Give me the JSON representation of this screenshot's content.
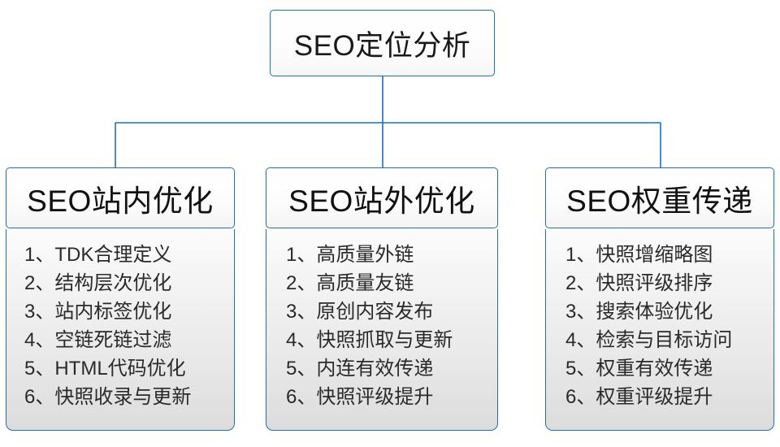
{
  "diagram": {
    "root": {
      "label": "SEO定位分析"
    },
    "accent_color": "#1f6fb5",
    "columns": [
      {
        "header": "SEO站内优化",
        "items": [
          "1、TDK合理定义",
          "2、结构层次优化",
          "3、站内标签优化",
          "4、空链死链过滤",
          "5、HTML代码优化",
          "6、快照收录与更新"
        ]
      },
      {
        "header": "SEO站外优化",
        "items": [
          "1、高质量外链",
          "2、高质量友链",
          "3、原创内容发布",
          "4、快照抓取与更新",
          "5、内连有效传递",
          "6、快照评级提升"
        ]
      },
      {
        "header": "SEO权重传递",
        "items": [
          "1、快照增缩略图",
          "2、快照评级排序",
          "3、搜索体验优化",
          "4、检索与目标访问",
          "5、权重有效传递",
          "6、权重评级提升"
        ]
      }
    ]
  }
}
